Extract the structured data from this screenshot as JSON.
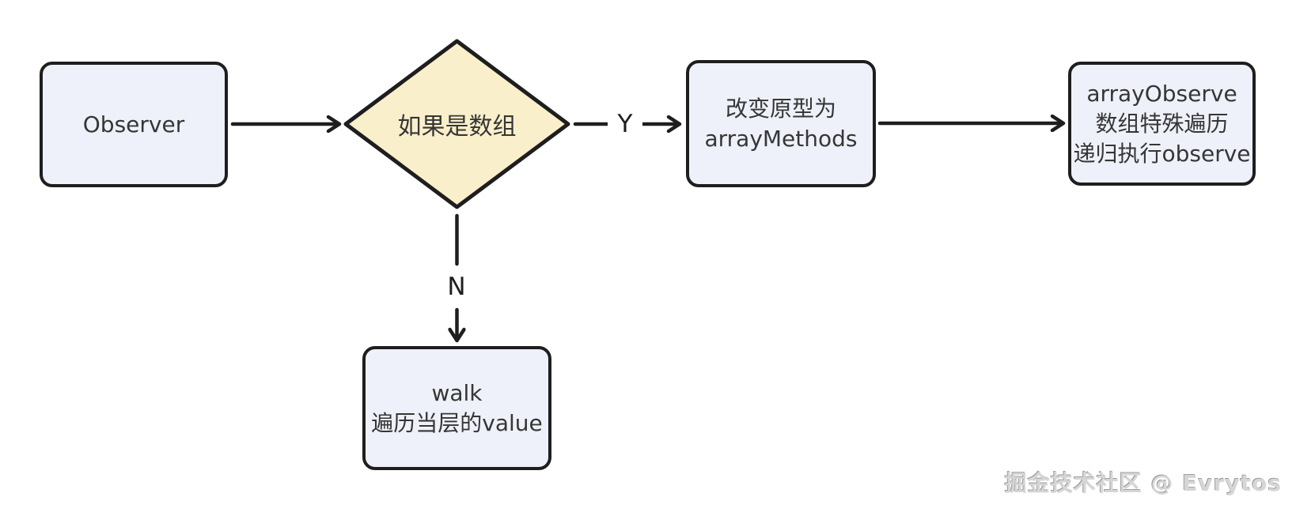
{
  "colors": {
    "background": "#ffffff",
    "node_fill": "#eef1f9",
    "decision_fill": "#f9efcb",
    "stroke": "#1e1e1e",
    "text": "#363636",
    "watermark_text": "#d6d6d6"
  },
  "nodes": {
    "observer": {
      "label": "Observer"
    },
    "decision": {
      "label": "如果是数组"
    },
    "changePrototype": {
      "lines": [
        "改变原型为",
        "arrayMethods"
      ]
    },
    "arrayObserve": {
      "lines": [
        "arrayObserve",
        "数组特殊遍历",
        "递归执行observe"
      ]
    },
    "walk": {
      "lines": [
        "walk",
        "遍历当层的value"
      ]
    }
  },
  "edgeLabels": {
    "yes": "Y",
    "no": "N"
  },
  "watermark": "掘金技术社区 @ Evrytos"
}
